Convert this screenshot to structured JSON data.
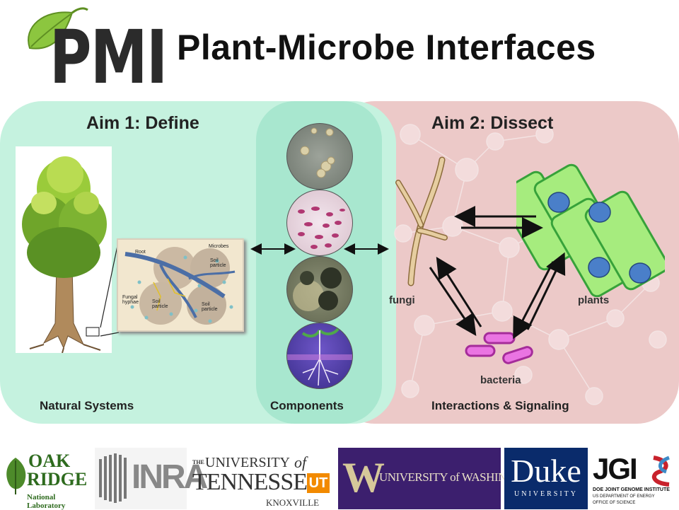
{
  "header": {
    "logo": "PMI",
    "title": "Plant-Microbe Interfaces"
  },
  "aims": {
    "aim1": "Aim 1: Define",
    "aim2": "Aim 2: Dissect"
  },
  "sections": {
    "natural": "Natural Systems",
    "components": "Components",
    "interactions": "Interactions & Signaling"
  },
  "inset_labels": {
    "root": "Root",
    "microbes": "Microbes",
    "soil_particle_top": "Soil particle",
    "fungal_hyphae": "Fungal hyphae",
    "soil_particle_mid": "Soil particle",
    "soil_particle_right": "Soil particle"
  },
  "organisms": {
    "fungi": "fungi",
    "plants": "plants",
    "bacteria": "bacteria"
  },
  "partners": {
    "ornl_line1": "OAK",
    "ornl_line2": "RIDGE",
    "ornl_sub": "National Laboratory",
    "inra": "INRA",
    "ut_the": "THE",
    "ut_university": "UNIVERSITY",
    "ut_of": "of",
    "ut_tennessee": "TENNESSEE",
    "ut_city": "KNOXVILLE",
    "uw": "UNIVERSITY of WASHINGTON",
    "duke": "Duke",
    "duke_sub": "UNIVERSITY",
    "jgi": "JGI",
    "jgi_sub1": "DOE JOINT GENOME INSTITUTE",
    "jgi_sub2": "US DEPARTMENT OF ENERGY",
    "jgi_sub3": "OFFICE OF SCIENCE"
  },
  "colors": {
    "aim1_panel": "#c5f2df",
    "aim2_panel": "#ecc9c8",
    "components_panel": "#a8e7cf",
    "plant_cell": "#a6ec7e",
    "nucleus": "#4a7fc9",
    "bacteria": "#e86be0",
    "fungi": "#e3c99b"
  }
}
